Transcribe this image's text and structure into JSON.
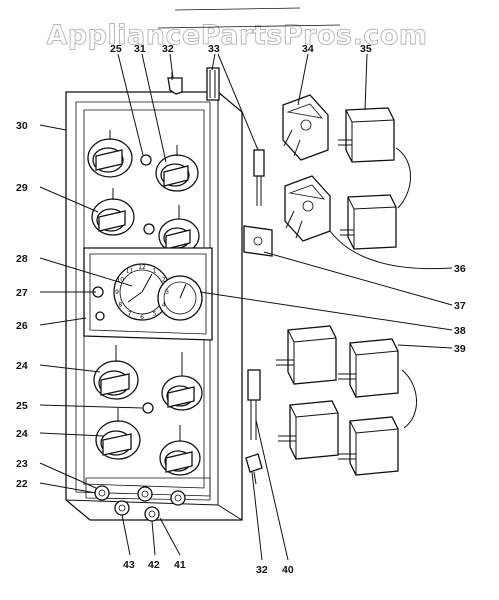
{
  "watermark": "AppliancePartsPros.com",
  "callouts": [
    {
      "id": "c25a",
      "text": "25"
    },
    {
      "id": "c31",
      "text": "31"
    },
    {
      "id": "c32a",
      "text": "32"
    },
    {
      "id": "c33",
      "text": "33"
    },
    {
      "id": "c34",
      "text": "34"
    },
    {
      "id": "c35",
      "text": "35"
    },
    {
      "id": "c30",
      "text": "30"
    },
    {
      "id": "c29",
      "text": "29"
    },
    {
      "id": "c28",
      "text": "28"
    },
    {
      "id": "c27",
      "text": "27"
    },
    {
      "id": "c26",
      "text": "26"
    },
    {
      "id": "c24a",
      "text": "24"
    },
    {
      "id": "c25b",
      "text": "25"
    },
    {
      "id": "c24b",
      "text": "24"
    },
    {
      "id": "c23",
      "text": "23"
    },
    {
      "id": "c22",
      "text": "22"
    },
    {
      "id": "c43",
      "text": "43"
    },
    {
      "id": "c42",
      "text": "42"
    },
    {
      "id": "c41",
      "text": "41"
    },
    {
      "id": "c32b",
      "text": "32"
    },
    {
      "id": "c40",
      "text": "40"
    },
    {
      "id": "c36",
      "text": "36"
    },
    {
      "id": "c37",
      "text": "37"
    },
    {
      "id": "c38",
      "text": "38"
    },
    {
      "id": "c39",
      "text": "39"
    }
  ],
  "clock_numerals": [
    "12",
    "1",
    "2",
    "3",
    "4",
    "5",
    "6",
    "7",
    "8",
    "9",
    "10",
    "11"
  ]
}
